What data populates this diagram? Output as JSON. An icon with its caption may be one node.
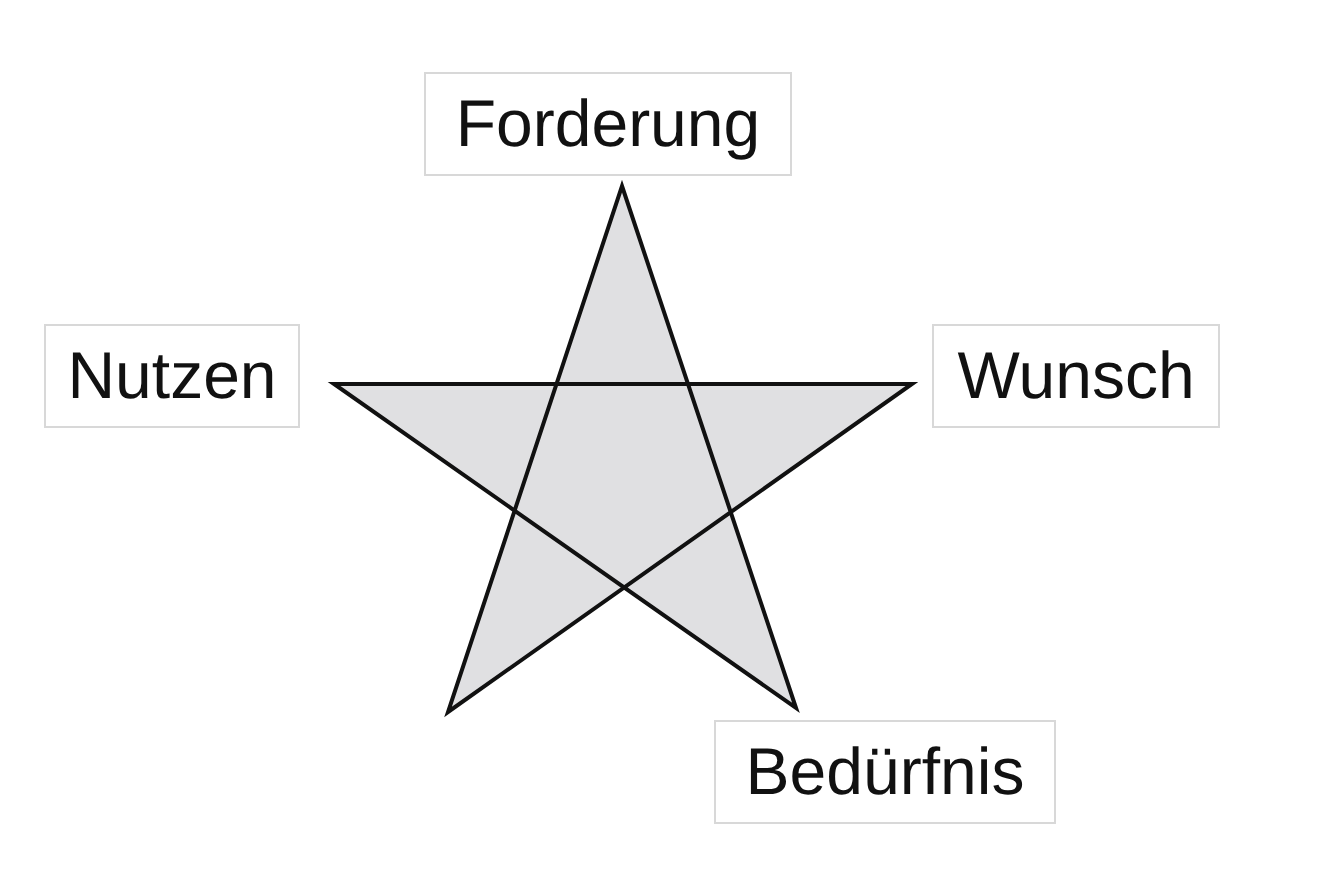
{
  "diagram": {
    "nodes": [
      {
        "text": [
          "Forderung"
        ]
      },
      {
        "text": [
          "Nutzen"
        ]
      },
      {
        "text": [
          "Wunsch"
        ]
      },
      {
        "text": [
          "Bedürfnis"
        ]
      }
    ]
  }
}
